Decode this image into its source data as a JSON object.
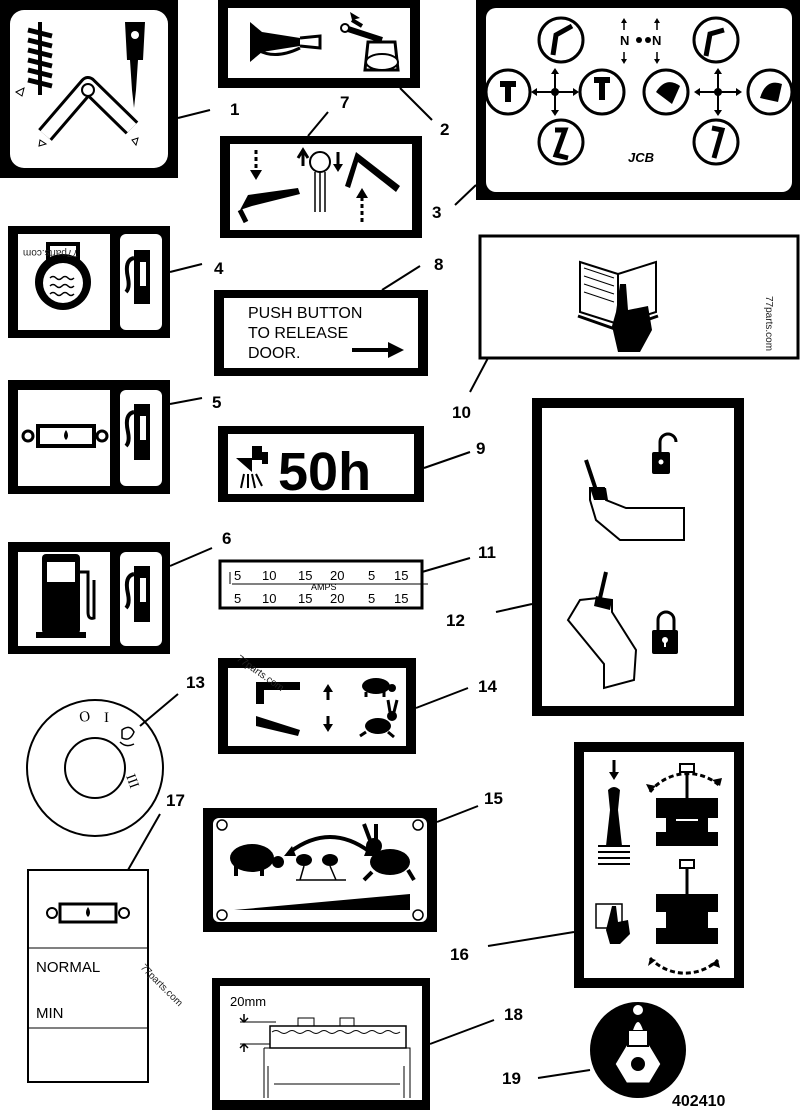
{
  "callouts": [
    "1",
    "2",
    "3",
    "4",
    "5",
    "6",
    "7",
    "8",
    "9",
    "10",
    "11",
    "12",
    "13",
    "14",
    "15",
    "16",
    "17",
    "18",
    "19"
  ],
  "decal_8": {
    "line1": "PUSH BUTTON",
    "line2": "TO RELEASE",
    "line3": "DOOR."
  },
  "decal_9": {
    "text": "50h"
  },
  "decal_11": {
    "top_row": [
      "5",
      "10",
      "15",
      "20",
      "5",
      "15"
    ],
    "middle": "AMPS",
    "bottom_row": [
      "5",
      "10",
      "15",
      "20",
      "5",
      "15"
    ]
  },
  "decal_13": {
    "pos0": "O",
    "pos1": "I",
    "pos3": "III"
  },
  "decal_17": {
    "normal": "NORMAL",
    "min": "MIN"
  },
  "decal_18": {
    "dimension": "20mm"
  },
  "decal_3": {
    "left_n": "N",
    "right_n": "N",
    "brand": "JCB"
  },
  "watermarks": [
    "77parts.com",
    "77parts.com",
    "77parts.com",
    "77parts.com"
  ],
  "part_number": "402410"
}
